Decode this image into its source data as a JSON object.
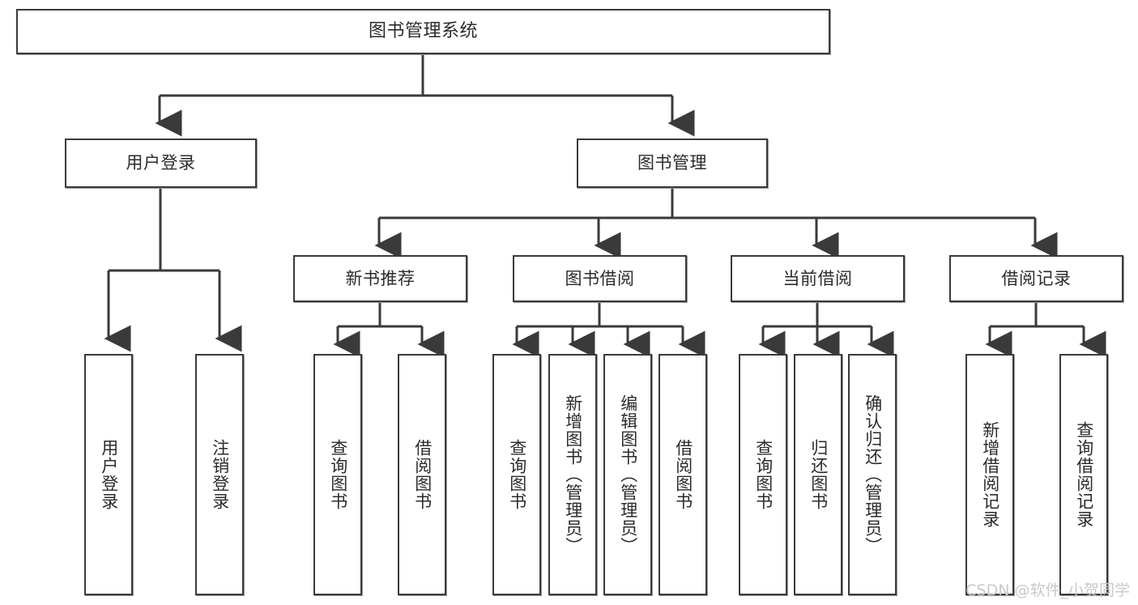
{
  "diagram": {
    "title": "图书管理系统",
    "type": "tree",
    "watermark": "CSDN @软件_小贺同学",
    "colors": {
      "box_border": "#3a3a3a",
      "box_fill": "#ffffff",
      "line": "#3a3a3a",
      "text": "#2b2b2b",
      "watermark": "#c9c9c9",
      "background": "#ffffff"
    },
    "root": {
      "label": "图书管理系统"
    },
    "level2": [
      {
        "label": "用户登录"
      },
      {
        "label": "图书管理"
      }
    ],
    "level3": [
      {
        "label": "新书推荐"
      },
      {
        "label": "图书借阅"
      },
      {
        "label": "当前借阅"
      },
      {
        "label": "借阅记录"
      }
    ],
    "leaves": {
      "user_login": [
        {
          "label": "用户登录"
        },
        {
          "label": "注销登录"
        }
      ],
      "new_book": [
        {
          "label": "查询图书"
        },
        {
          "label": "借阅图书"
        }
      ],
      "book_borrow": [
        {
          "label": "查询图书"
        },
        {
          "label": "新增图书（管理员）"
        },
        {
          "label": "编辑图书（管理员）"
        },
        {
          "label": "借阅图书"
        }
      ],
      "current_borrow": [
        {
          "label": "查询图书"
        },
        {
          "label": "归还图书"
        },
        {
          "label": "确认归还（管理员）"
        }
      ],
      "borrow_record": [
        {
          "label": "新增借阅记录"
        },
        {
          "label": "查询借阅记录"
        }
      ]
    }
  }
}
